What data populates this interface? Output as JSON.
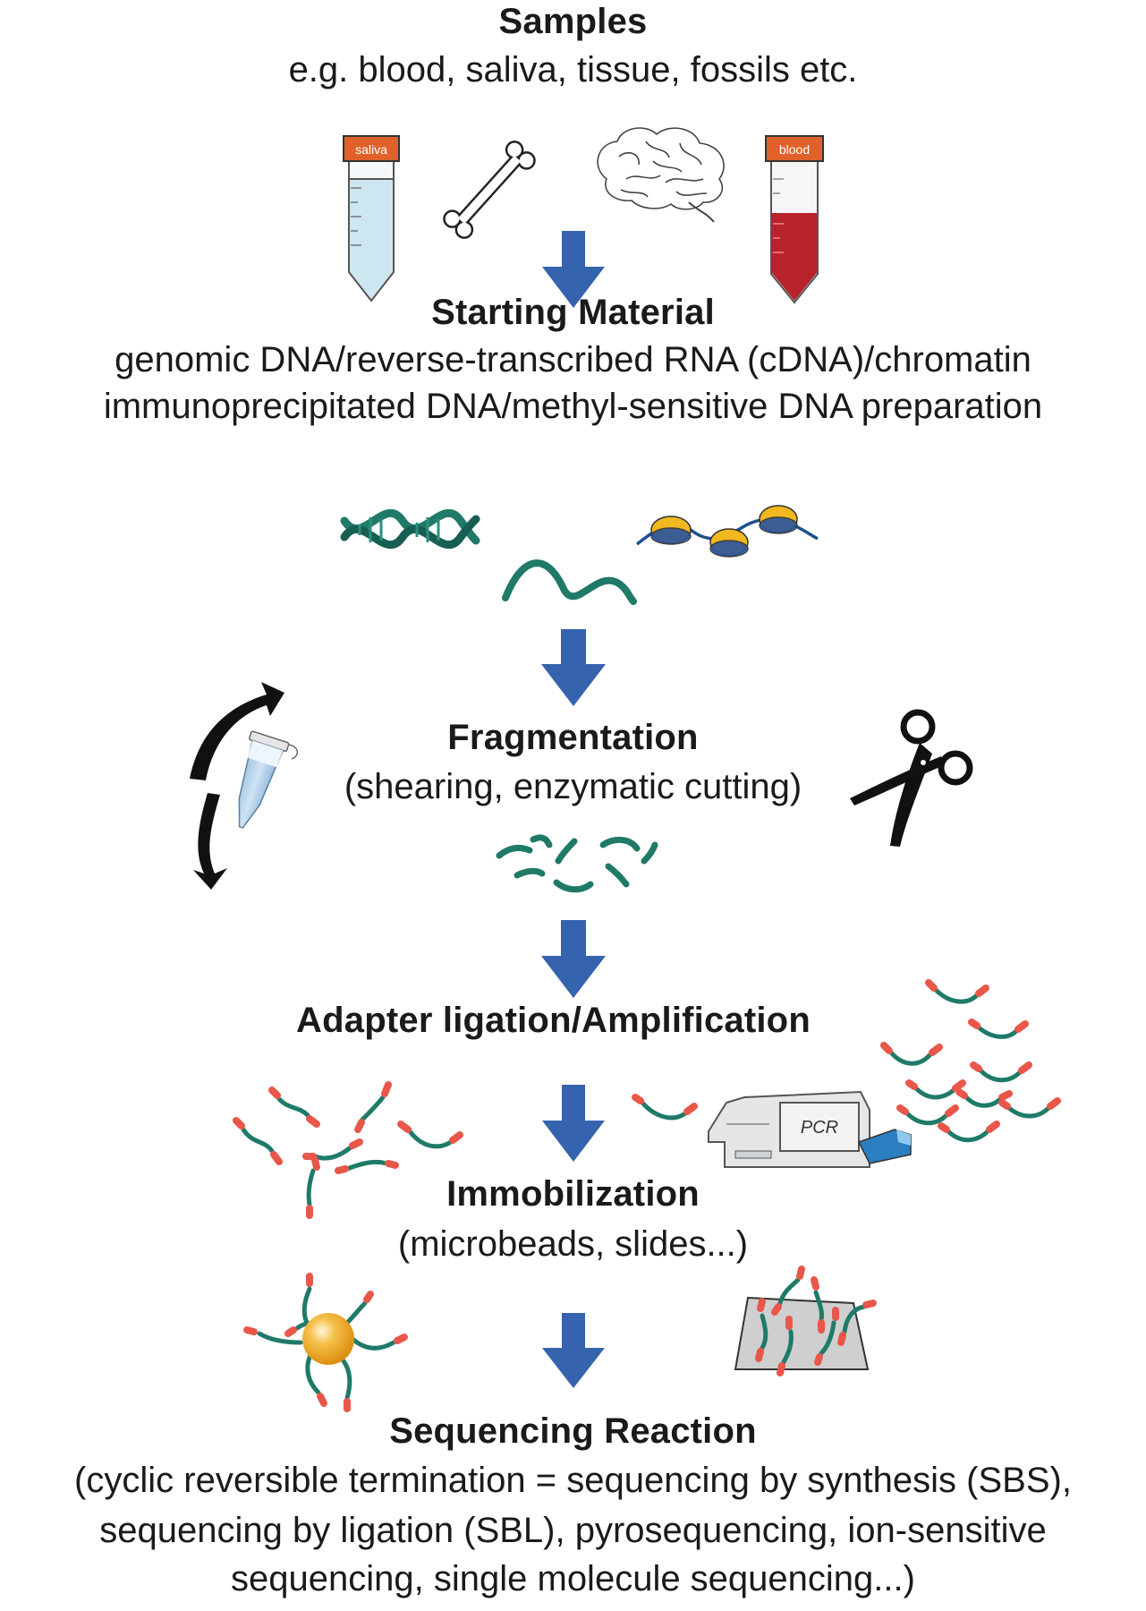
{
  "steps": {
    "samples": {
      "title": "Samples",
      "lines": [
        "e.g. blood, saliva, tissue, fossils etc."
      ]
    },
    "starting_material": {
      "title": "Starting Material",
      "lines": [
        "genomic DNA/reverse-transcribed RNA (cDNA)/chromatin",
        "immunoprecipitated DNA/methyl-sensitive DNA preparation"
      ]
    },
    "fragmentation": {
      "title": "Fragmentation",
      "lines": [
        "(shearing, enzymatic cutting)"
      ]
    },
    "adapter": {
      "title": "Adapter ligation/Amplification"
    },
    "immobilization": {
      "title": "Immobilization",
      "lines": [
        "(microbeads, slides...)"
      ]
    },
    "sequencing": {
      "title": "Sequencing Reaction",
      "lines": [
        "(cyclic reversible termination = sequencing by synthesis (SBS),",
        "sequencing by ligation (SBL), pyrosequencing, ion-sensitive",
        "sequencing, single molecule sequencing...)"
      ]
    }
  },
  "tube_labels": {
    "saliva": "saliva",
    "blood": "blood"
  },
  "machine_label": "PCR",
  "colors": {
    "arrow": "#3563ad",
    "strand": "#1f7a68",
    "adapter": "#e8574a",
    "saliva": "#cfe7f0",
    "blood": "#b8222a",
    "label": "#e0622a",
    "bead": "#f2a81d",
    "slide": "#cfcfcf"
  }
}
